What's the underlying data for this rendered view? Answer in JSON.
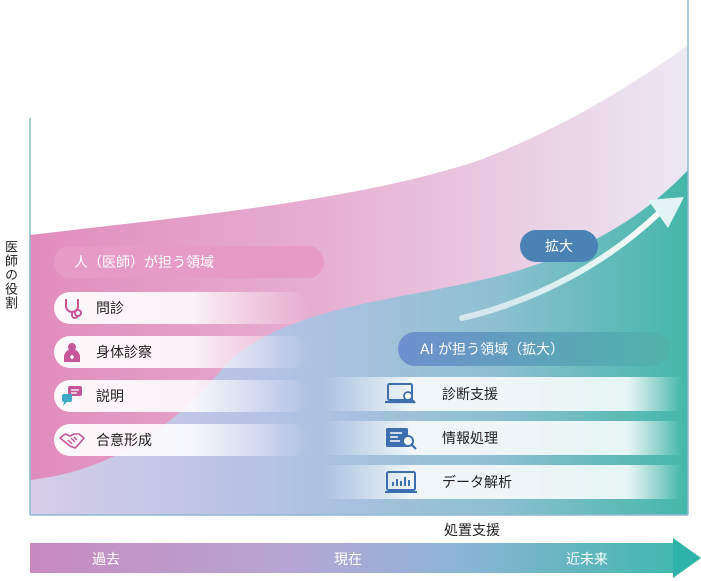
{
  "y_axis_label": "医師の役割",
  "human": {
    "title": "人（医師）が担う領域",
    "items": [
      {
        "label": "問診",
        "icon": "stethoscope-icon"
      },
      {
        "label": "身体診察",
        "icon": "patient-icon"
      },
      {
        "label": "説明",
        "icon": "speech-bubbles-icon"
      },
      {
        "label": "合意形成",
        "icon": "handshake-icon"
      }
    ]
  },
  "ai": {
    "title": "AI が担う領域（拡大）",
    "expand_label": "拡大",
    "items": [
      {
        "label": "診断支援",
        "icon": "laptop-search-icon"
      },
      {
        "label": "情報処理",
        "icon": "document-search-icon"
      },
      {
        "label": "データ解析",
        "icon": "bar-chart-icon"
      }
    ],
    "extra_item": "処置支援"
  },
  "timeline": {
    "past": "過去",
    "present": "現在",
    "near_future": "近未来"
  },
  "colors": {
    "human_pink": "#e59bc6",
    "ai_teal": "#4fb3a8",
    "ai_blue": "#6f8fcf",
    "expand_blue": "#4a82b6"
  }
}
